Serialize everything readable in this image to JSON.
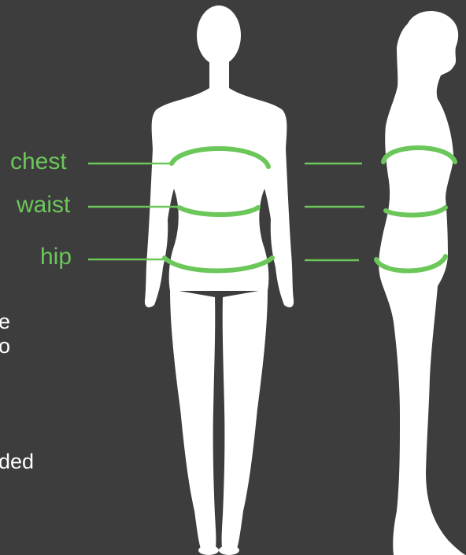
{
  "labels": {
    "chest": "chest",
    "waist": "waist",
    "hip": "hip"
  },
  "side_text": {
    "line1": "e",
    "line2": "o",
    "line3": "ded"
  },
  "colors": {
    "background": "#3d3d3d",
    "accent": "#6cc75a",
    "silhouette": "#ffffff"
  }
}
